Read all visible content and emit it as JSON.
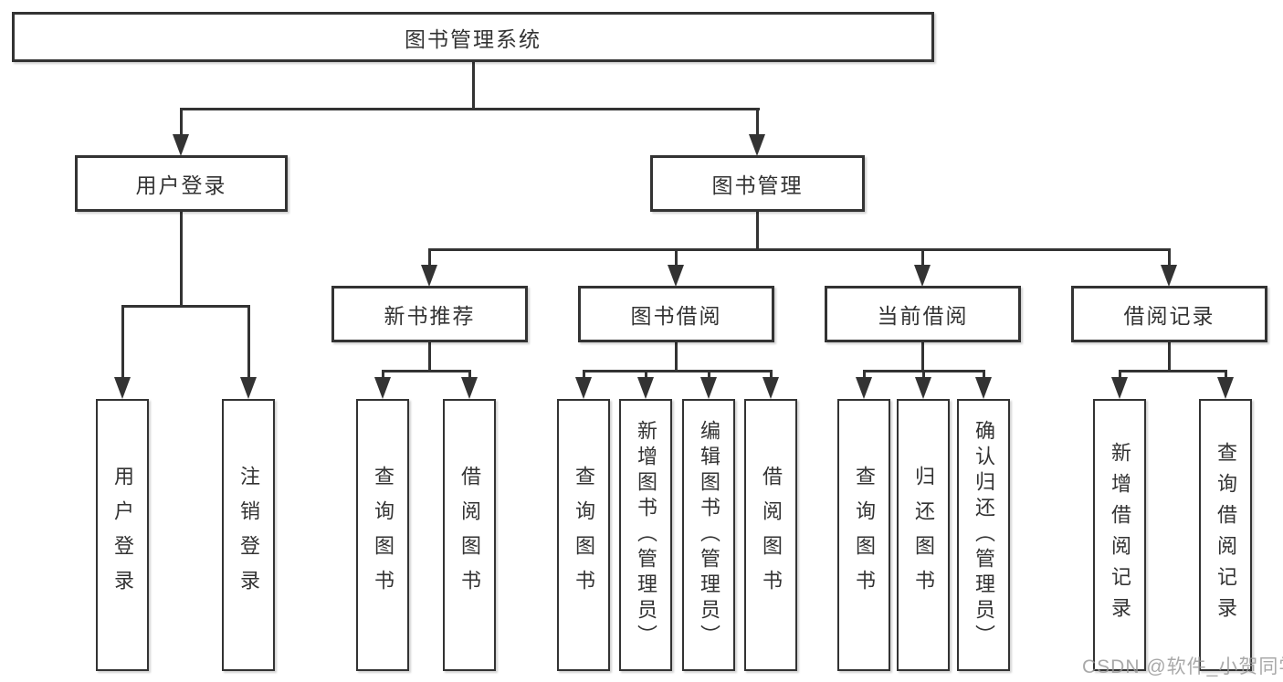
{
  "diagram_title": "图书管理系统",
  "colors": {
    "background": "#ffffff",
    "box_border": "#333333",
    "connector_line": "#333333",
    "text": "#333333",
    "watermark_gray": "#969696"
  },
  "tree": {
    "label": "图书管理系统",
    "children": [
      {
        "label": "用户登录",
        "children": [
          {
            "label": "用户登录"
          },
          {
            "label": "注销登录"
          }
        ]
      },
      {
        "label": "图书管理",
        "children": [
          {
            "label": "新书推荐",
            "children": [
              {
                "label": "查询图书"
              },
              {
                "label": "借阅图书"
              }
            ]
          },
          {
            "label": "图书借阅",
            "children": [
              {
                "label": "查询图书"
              },
              {
                "label": "新增图书（管理员）"
              },
              {
                "label": "编辑图书（管理员）"
              },
              {
                "label": "借阅图书"
              }
            ]
          },
          {
            "label": "当前借阅",
            "children": [
              {
                "label": "查询图书"
              },
              {
                "label": "归还图书"
              },
              {
                "label": "确认归还（管理员）"
              }
            ]
          },
          {
            "label": "借阅记录",
            "children": [
              {
                "label": "新增借阅记录"
              },
              {
                "label": "查询借阅记录"
              }
            ]
          }
        ]
      }
    ]
  },
  "watermark": {
    "text": "CSDN @软件_小贺同学"
  }
}
